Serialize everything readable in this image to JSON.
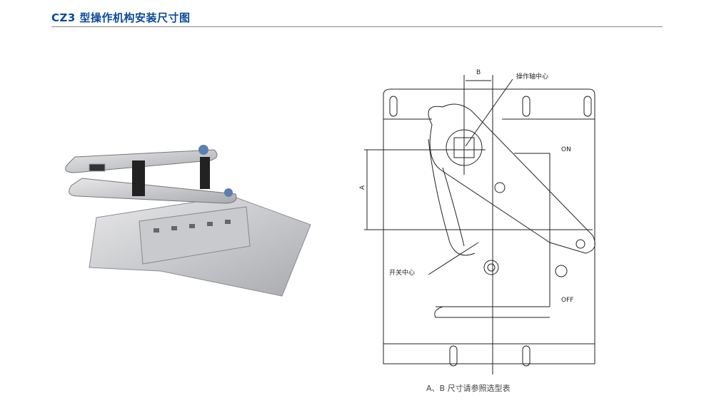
{
  "title": "CZ3 型操作机构安装尺寸图",
  "drawing": {
    "label_b": "B",
    "label_a": "A",
    "label_shaft_center": "操作轴中心",
    "label_switch_center": "开关中心",
    "label_on": "ON",
    "label_off": "OFF"
  },
  "caption": "A、B 尺寸请参照选型表",
  "colors": {
    "title": "#0b4a9c",
    "rule": "#888888"
  }
}
